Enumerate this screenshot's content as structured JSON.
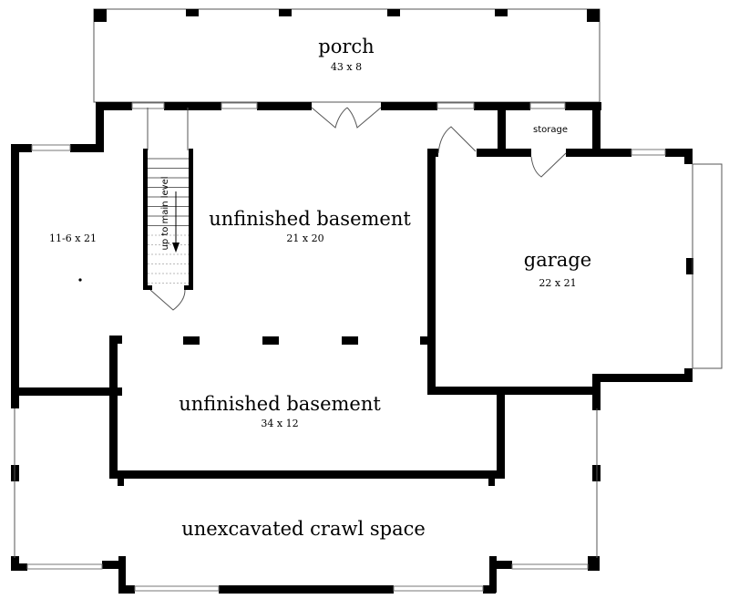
{
  "rooms": {
    "porch": {
      "name": "porch",
      "size": "43 x 8"
    },
    "upper_basement": {
      "name": "unfinished basement",
      "size": "21 x 20"
    },
    "left_room": {
      "size": "11-6 x 21"
    },
    "garage": {
      "name": "garage",
      "size": "22 x 21"
    },
    "storage": {
      "name": "storage"
    },
    "lower_basement": {
      "name": "unfinished basement",
      "size": "34 x 12"
    },
    "crawl": {
      "name": "unexcavated crawl space"
    }
  },
  "stairs": {
    "label": "up to main level"
  }
}
